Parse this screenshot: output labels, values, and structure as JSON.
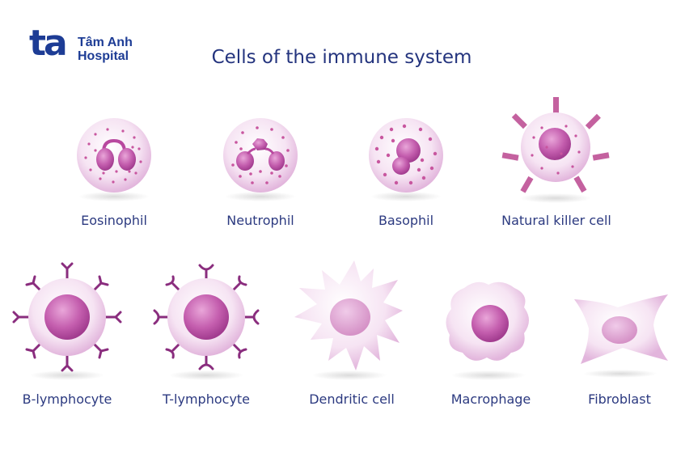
{
  "logo": {
    "mark": "ta",
    "line1": "Tâm Anh",
    "line2": "Hospital",
    "color": "#1d3c95"
  },
  "title": "Cells of the immune system",
  "colors": {
    "cell_fill": "#f3dcf0",
    "cell_edge": "#e4b6df",
    "nucleus": "#b8489f",
    "dots": "#c8569f",
    "receptor": "#8a2d7e",
    "spike": "#c4619f",
    "label": "#2c3a80"
  },
  "cells": [
    {
      "id": "eosinophil",
      "label": "Eosinophil"
    },
    {
      "id": "neutrophil",
      "label": "Neutrophil"
    },
    {
      "id": "basophil",
      "label": "Basophil"
    },
    {
      "id": "natural-killer-cell",
      "label": "Natural killer cell"
    },
    {
      "id": "b-lymphocyte",
      "label": "B-lymphocyte"
    },
    {
      "id": "t-lymphocyte",
      "label": "T-lymphocyte"
    },
    {
      "id": "dendritic-cell",
      "label": "Dendritic cell"
    },
    {
      "id": "macrophage",
      "label": "Macrophage"
    },
    {
      "id": "fibroblast",
      "label": "Fibroblast"
    }
  ]
}
